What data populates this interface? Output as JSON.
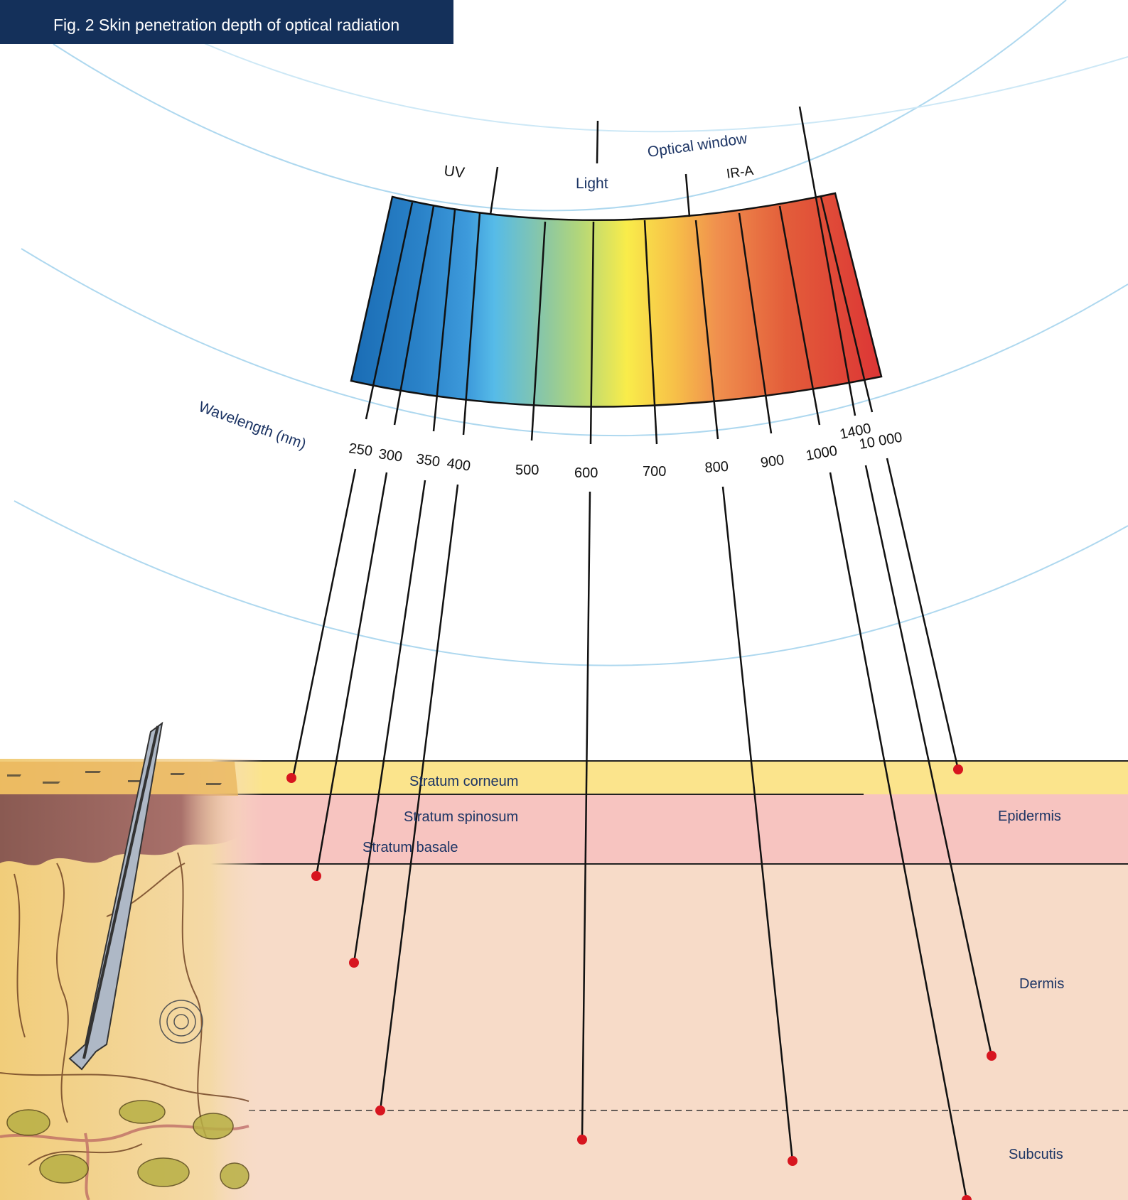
{
  "title": "Fig. 2 Skin penetration depth of optical radiation",
  "spectrum": {
    "region_labels": {
      "uv": "UV",
      "light": "Light",
      "optical_window": "Optical window",
      "ir_a": "IR-A"
    },
    "axis_label": "Wavelength (nm)",
    "wavelength_labels": [
      "250",
      "300",
      "350",
      "400",
      "500",
      "600",
      "700",
      "800",
      "900",
      "1000",
      "1400",
      "10 000"
    ],
    "colors": {
      "violet_blue": "#1f6fb9",
      "blue": "#4fb4e6",
      "green": "#9ccc7e",
      "yellow": "#f8ea4c",
      "orange": "#f0904e",
      "red": "#dc3a35"
    }
  },
  "layers": {
    "stratum_corneum": "Stratum corneum",
    "stratum_spinosum": "Stratum spinosum",
    "stratum_basale": "Stratum basale",
    "epidermis": "Epidermis",
    "dermis": "Dermis",
    "subcutis": "Subcutis",
    "colors": {
      "corneum": "#fbe48c",
      "epidermis": "#f7c4c0",
      "dermis": "#f7dbc8",
      "marker": "#d7151f"
    }
  }
}
